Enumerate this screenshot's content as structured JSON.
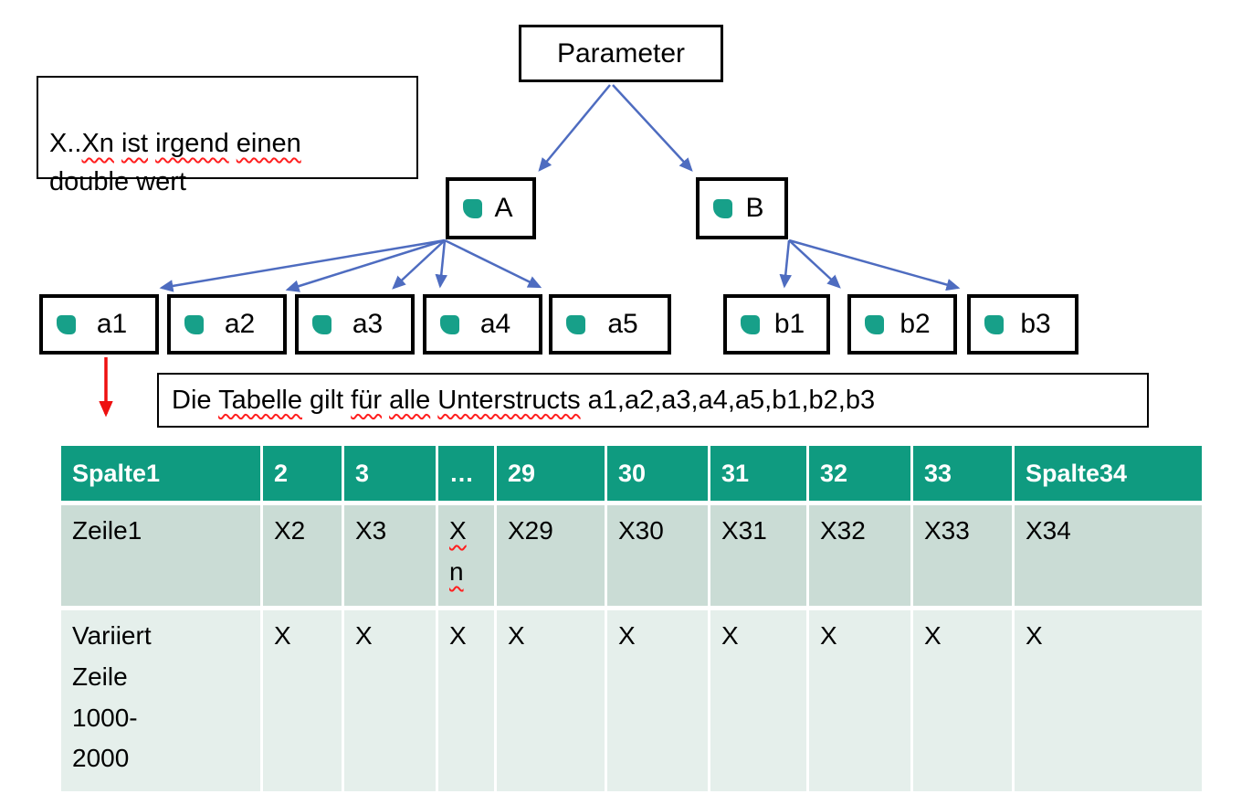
{
  "colors": {
    "table_header_teal": "#0F9B80",
    "table_row_odd": "#CADCD5",
    "table_row_even": "#E5EFEB",
    "bullet_teal": "#17A089",
    "connector_blue": "#4E6CC0",
    "arrow_red": "#EE1010",
    "squiggle_red": "#FF1F1F"
  },
  "tree": {
    "root_label": "Parameter",
    "branches": [
      {
        "label": "A",
        "icon": "bullet-square-icon"
      },
      {
        "label": "B",
        "icon": "bullet-square-icon"
      }
    ],
    "leaves_a": [
      {
        "label": "a1",
        "icon": "bullet-square-icon"
      },
      {
        "label": "a2",
        "icon": "bullet-square-icon"
      },
      {
        "label": "a3",
        "icon": "bullet-square-icon"
      },
      {
        "label": "a4",
        "icon": "bullet-square-icon"
      },
      {
        "label": "a5",
        "icon": "bullet-square-icon"
      }
    ],
    "leaves_b": [
      {
        "label": "b1",
        "icon": "bullet-square-icon"
      },
      {
        "label": "b2",
        "icon": "bullet-square-icon"
      },
      {
        "label": "b3",
        "icon": "bullet-square-icon"
      }
    ]
  },
  "notes": {
    "note1": {
      "segments": [
        {
          "t": "X..",
          "misspelled": false
        },
        {
          "t": "Xn",
          "misspelled": true
        },
        {
          "t": " ",
          "misspelled": false
        },
        {
          "t": "ist",
          "misspelled": true
        },
        {
          "t": " ",
          "misspelled": false
        },
        {
          "t": "irgend",
          "misspelled": true
        },
        {
          "t": " ",
          "misspelled": false
        },
        {
          "t": "einen",
          "misspelled": true
        },
        {
          "t": "\ndouble wert",
          "misspelled": false
        }
      ]
    },
    "note2": {
      "segments": [
        {
          "t": "Die ",
          "misspelled": false
        },
        {
          "t": "Tabelle",
          "misspelled": true
        },
        {
          "t": " gilt ",
          "misspelled": false
        },
        {
          "t": "für",
          "misspelled": true
        },
        {
          "t": " ",
          "misspelled": false
        },
        {
          "t": "alle",
          "misspelled": true
        },
        {
          "t": " ",
          "misspelled": false
        },
        {
          "t": "Unterstructs",
          "misspelled": true
        },
        {
          "t": " a1,a2,a3,a4,a5,b1,b2,b3",
          "misspelled": false
        }
      ]
    }
  },
  "table": {
    "headers": [
      "Spalte1",
      "2",
      "3",
      "…",
      "29",
      "30",
      "31",
      "32",
      "33",
      "Spalte34"
    ],
    "rows": [
      [
        "Zeile1",
        "X2",
        "X3",
        "X\nn",
        "X29",
        "X30",
        "X31",
        "X32",
        "X33",
        "X34"
      ],
      [
        "Variiert\nZeile\n1000-\n2000",
        "X",
        "X",
        "X",
        "X",
        "X",
        "X",
        "X",
        "X",
        "X"
      ]
    ],
    "row1_misspelled_cell": "X\nn"
  }
}
